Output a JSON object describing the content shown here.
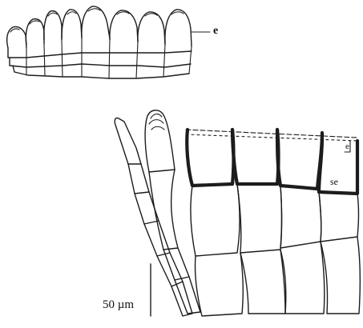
{
  "labels": {
    "upper_epidermis": "e",
    "lower_epidermis": "e",
    "lower_subepidermis": "se",
    "scale_bar": "50 µm"
  }
}
